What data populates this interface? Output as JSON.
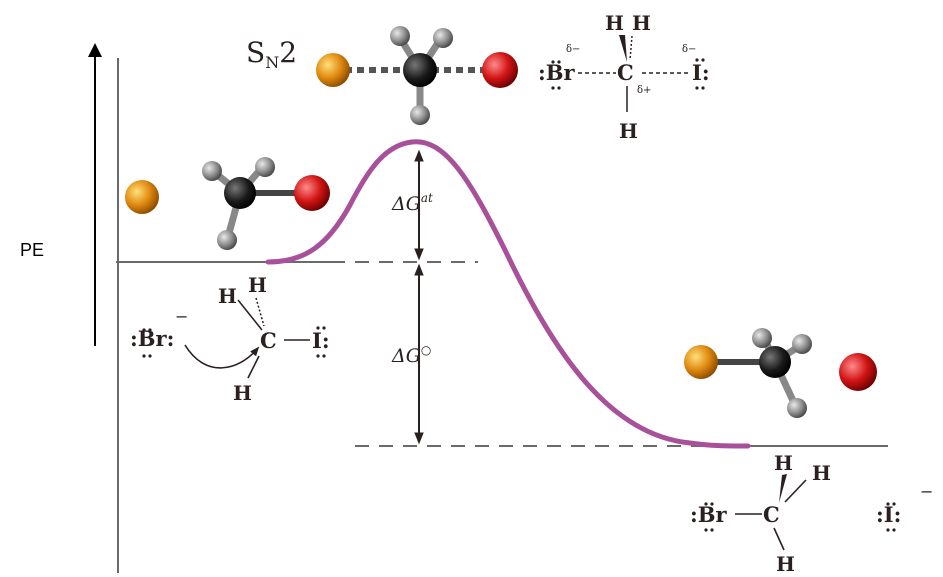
{
  "axis": {
    "y_label": "PE"
  },
  "title": {
    "main": "S",
    "subscript": "N",
    "tail": "2"
  },
  "energy_labels": {
    "activation": {
      "symbol": "ΔG",
      "superscript": "at"
    },
    "reaction": {
      "symbol": "ΔG",
      "superscript": "○"
    }
  },
  "reactant": {
    "nucleophile": ":Br:",
    "charge": "−",
    "h_top_left": "H",
    "h_top_right": "H",
    "carbon": "C",
    "leaving_group": "I:",
    "h_bottom": "H"
  },
  "transition_state": {
    "h_top_left": "H",
    "h_top_right": "H",
    "left_atom": ":Br",
    "carbon": "C",
    "right_atom": "I:",
    "h_bottom": "H",
    "delta_left": "δ−",
    "delta_right": "δ−",
    "delta_carbon": "δ+"
  },
  "product": {
    "h_top": "H",
    "h_right": "H",
    "left_atom": ":Br",
    "carbon": "C",
    "h_bottom": "H",
    "ion": ":I:",
    "ion_charge": "−"
  },
  "colors": {
    "curve": "#a8509a",
    "bromine": "#e08a10",
    "iodine": "#d21515",
    "carbon": "#1a1a1a",
    "hydrogen": "#8a8a8a",
    "axis": "#000000",
    "baseline": "#6a6a6a"
  }
}
